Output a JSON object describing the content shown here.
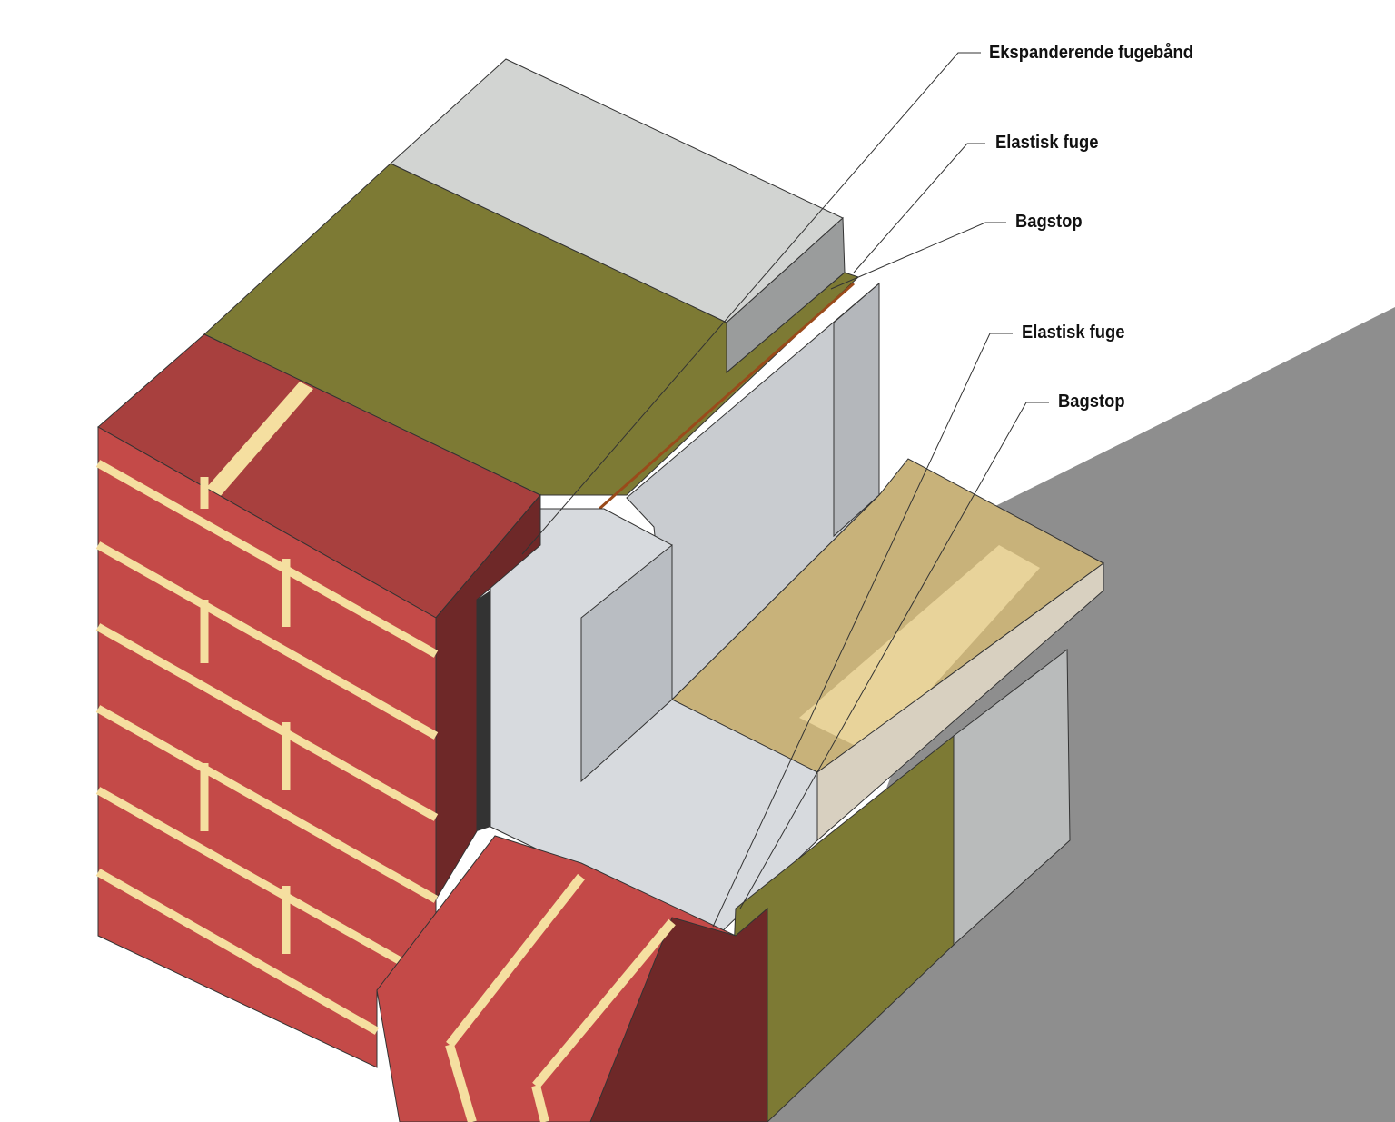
{
  "labels": [
    {
      "text": "Ekspanderende fugebånd"
    },
    {
      "text": "Elastisk fuge"
    },
    {
      "text": "Bagstop"
    },
    {
      "text": "Elastisk fuge"
    },
    {
      "text": "Bagstop"
    }
  ],
  "colors": {
    "brick": "#c44a48",
    "brick_top": "#a8403e",
    "brick_dark": "#6e2828",
    "mortar": "#f5dfa0",
    "insulation": "#7d7a34",
    "concrete": "#d2d4d2",
    "concrete_dark": "#9a9c9c",
    "frame": "#c9ccd0",
    "sill": "#c8b27a",
    "shadow": "#8e8e8e"
  }
}
